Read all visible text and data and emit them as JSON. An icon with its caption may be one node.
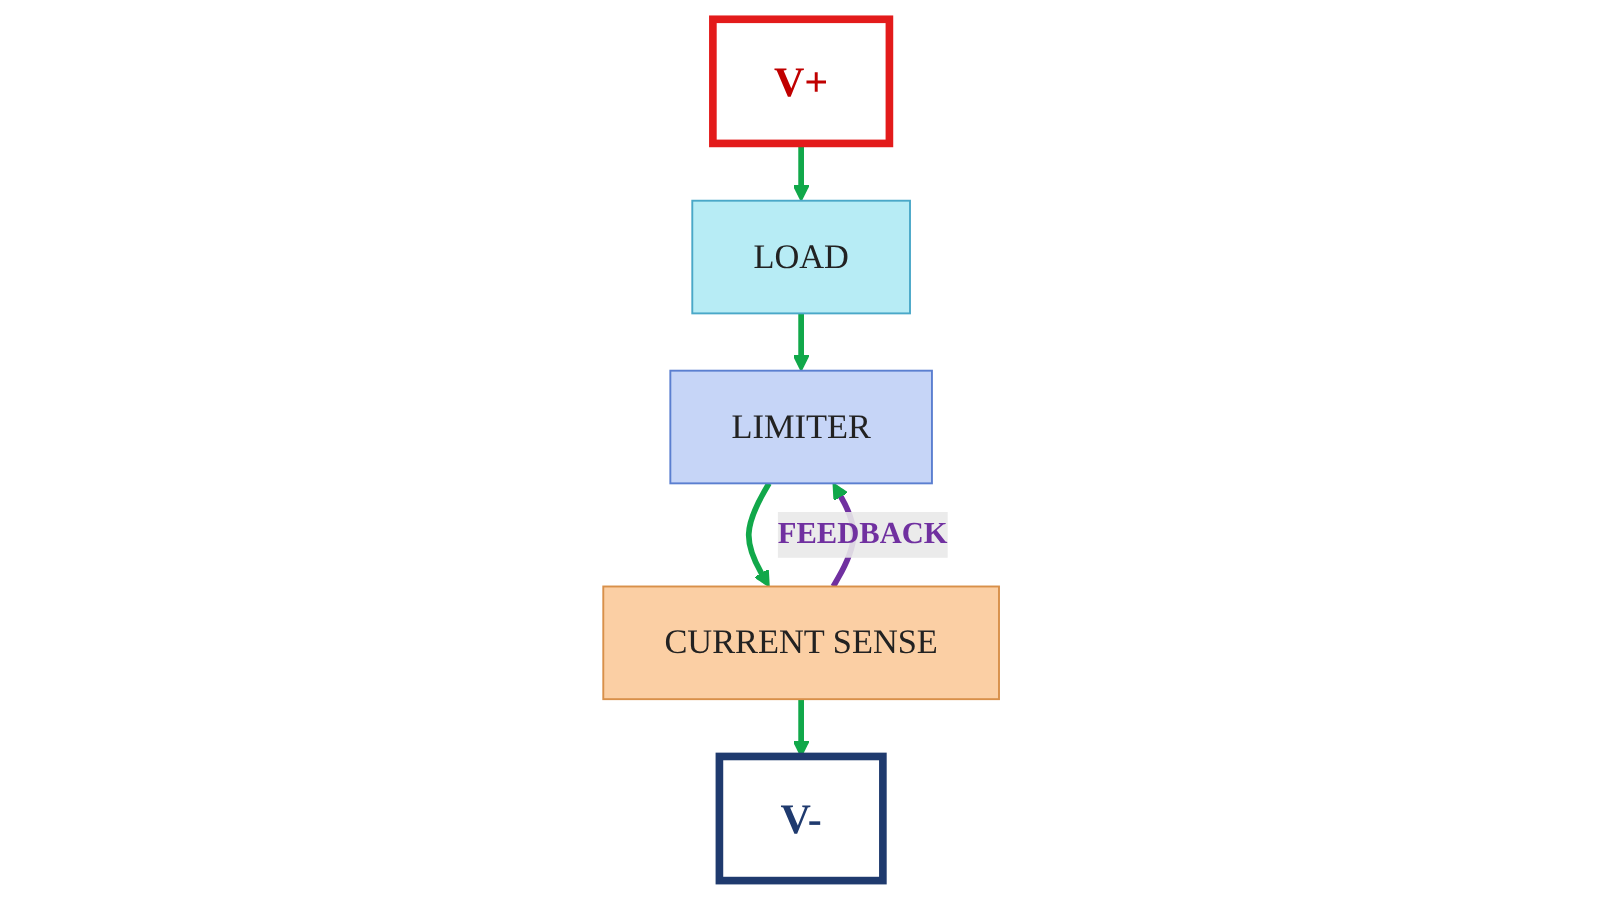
{
  "diagram": {
    "nodes": [
      {
        "text": [
          "V+"
        ]
      },
      {
        "text": [
          "LOAD"
        ]
      },
      {
        "text": [
          "LIMITER"
        ]
      },
      {
        "text": [
          "CURRENT SENSE"
        ]
      },
      {
        "text": [
          "V-"
        ]
      }
    ],
    "edges": [
      {
        "from": 0,
        "to": 1,
        "arrow": "to"
      },
      {
        "from": 1,
        "to": 2,
        "arrow": "to"
      },
      {
        "from": 2,
        "to": 3,
        "arrow": "to"
      },
      {
        "from": 3,
        "to": 4,
        "arrow": "to"
      },
      {
        "from": 3,
        "to": 2,
        "arrow": "to",
        "label": "FEEDBACK",
        "color": "#7030a0"
      }
    ]
  }
}
